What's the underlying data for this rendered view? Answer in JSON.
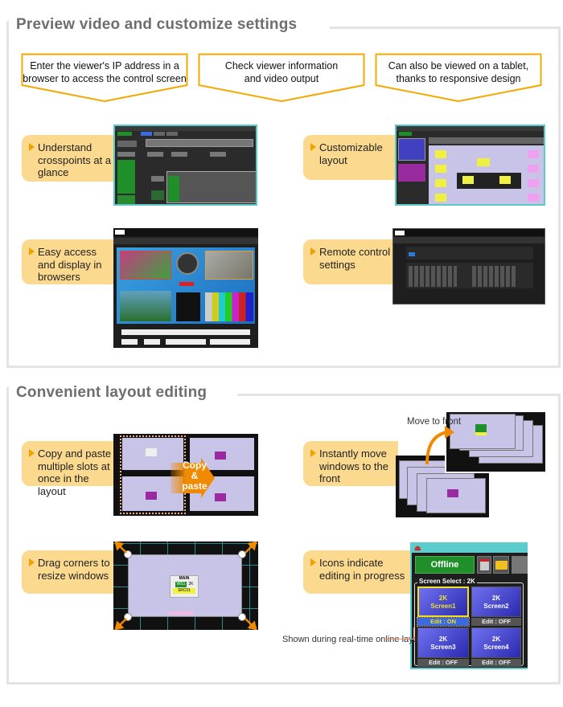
{
  "sections": [
    {
      "title": "Preview video and customize settings",
      "callouts": [
        "Enter the viewer's IP address in a browser to access the control screen",
        "Check viewer information and video output",
        "Can also be viewed on a tablet, thanks to responsive design"
      ],
      "features": [
        "Understand crosspoints at a glance",
        "Customizable layout",
        "Easy access and display in browsers",
        "Remote control settings"
      ]
    },
    {
      "title": "Convenient layout editing",
      "features": [
        "Copy and paste multiple slots at once in the layout",
        "Instantly move windows to the front",
        "Drag corners to resize windows",
        "Icons indicate editing in progress"
      ],
      "copy_paste_label": [
        "Copy",
        "&",
        "paste"
      ],
      "move_to_front_label": "Move to front",
      "resize_window": {
        "main": "MAIN",
        "ws": "WS1",
        "res": "2K",
        "src": "SRC01"
      },
      "editing_panel": {
        "offline_button": "Offline",
        "screen_select_label": "Screen Select : 2K",
        "screens": [
          {
            "res": "2K",
            "name": "Screen1",
            "edit": "Edit : ON"
          },
          {
            "res": "2K",
            "name": "Screen2",
            "edit": "Edit : OFF"
          },
          {
            "res": "2K",
            "name": "Screen3",
            "edit": "Edit : OFF"
          },
          {
            "res": "2K",
            "name": "Screen4",
            "edit": "Edit : OFF"
          }
        ],
        "note": "Shown during real-time online layout editing"
      }
    }
  ],
  "colors": {
    "accent_orange": "#f5a800",
    "label_bg": "#fbd98e",
    "copy_arrow": "#f08a00",
    "offline_green": "#1f8f2a",
    "screen_blue": "#3a3ad0",
    "panel_teal": "#5ccccc"
  }
}
